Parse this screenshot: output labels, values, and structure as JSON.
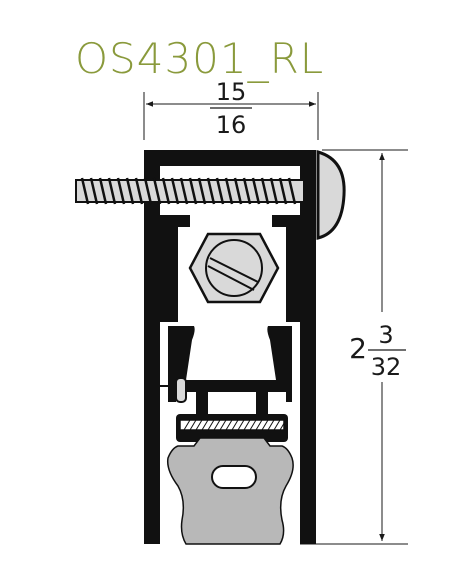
{
  "title": "OS4301_RL",
  "colors": {
    "title": "#8a9a3c",
    "profile": "#111111",
    "seal": "#b8b8b8",
    "screw": "#d9d9d9",
    "line": "#1a1a1a"
  },
  "dimensions": {
    "width": {
      "numerator": "15",
      "denominator": "16"
    },
    "height": {
      "whole": "2",
      "numerator": "3",
      "denominator": "32"
    }
  },
  "components": {
    "mounting_screw": "mounting-screw",
    "adjust_bolt": "hex-adjust-bolt",
    "seal": "neoprene-seal",
    "housing": "aluminum-housing"
  }
}
